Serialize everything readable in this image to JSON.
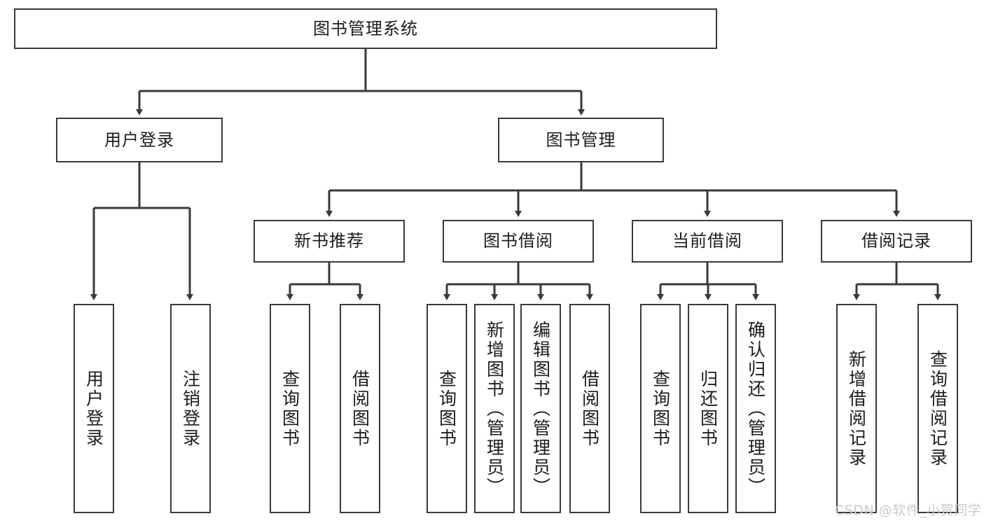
{
  "diagram": {
    "title": "图书管理系统",
    "type": "tree-hierarchy-diagram",
    "root": {
      "label": "图书管理系统"
    },
    "level2": [
      {
        "label": "用户登录"
      },
      {
        "label": "图书管理"
      }
    ],
    "level3": [
      {
        "label": "新书推荐"
      },
      {
        "label": "图书借阅"
      },
      {
        "label": "当前借阅"
      },
      {
        "label": "借阅记录"
      }
    ],
    "leaves": {
      "user_login": [
        {
          "label": "用户登录"
        },
        {
          "label": "注销登录"
        }
      ],
      "new_book_recommend": [
        {
          "label": "查询图书"
        },
        {
          "label": "借阅图书"
        }
      ],
      "book_borrow": [
        {
          "label": "查询图书"
        },
        {
          "label": "新增图书（管理员）"
        },
        {
          "label": "编辑图书（管理员）"
        },
        {
          "label": "借阅图书"
        }
      ],
      "current_borrow": [
        {
          "label": "查询图书"
        },
        {
          "label": "归还图书"
        },
        {
          "label": "确认归还（管理员）"
        }
      ],
      "borrow_record": [
        {
          "label": "新增借阅记录"
        },
        {
          "label": "查询借阅记录"
        }
      ]
    }
  },
  "watermark": {
    "text": "CSDN @软件_小贺同学"
  },
  "colors": {
    "border": "#3a3a3a",
    "background": "#ffffff",
    "text": "#1c1c1c",
    "watermark": "#c9c9c9"
  }
}
